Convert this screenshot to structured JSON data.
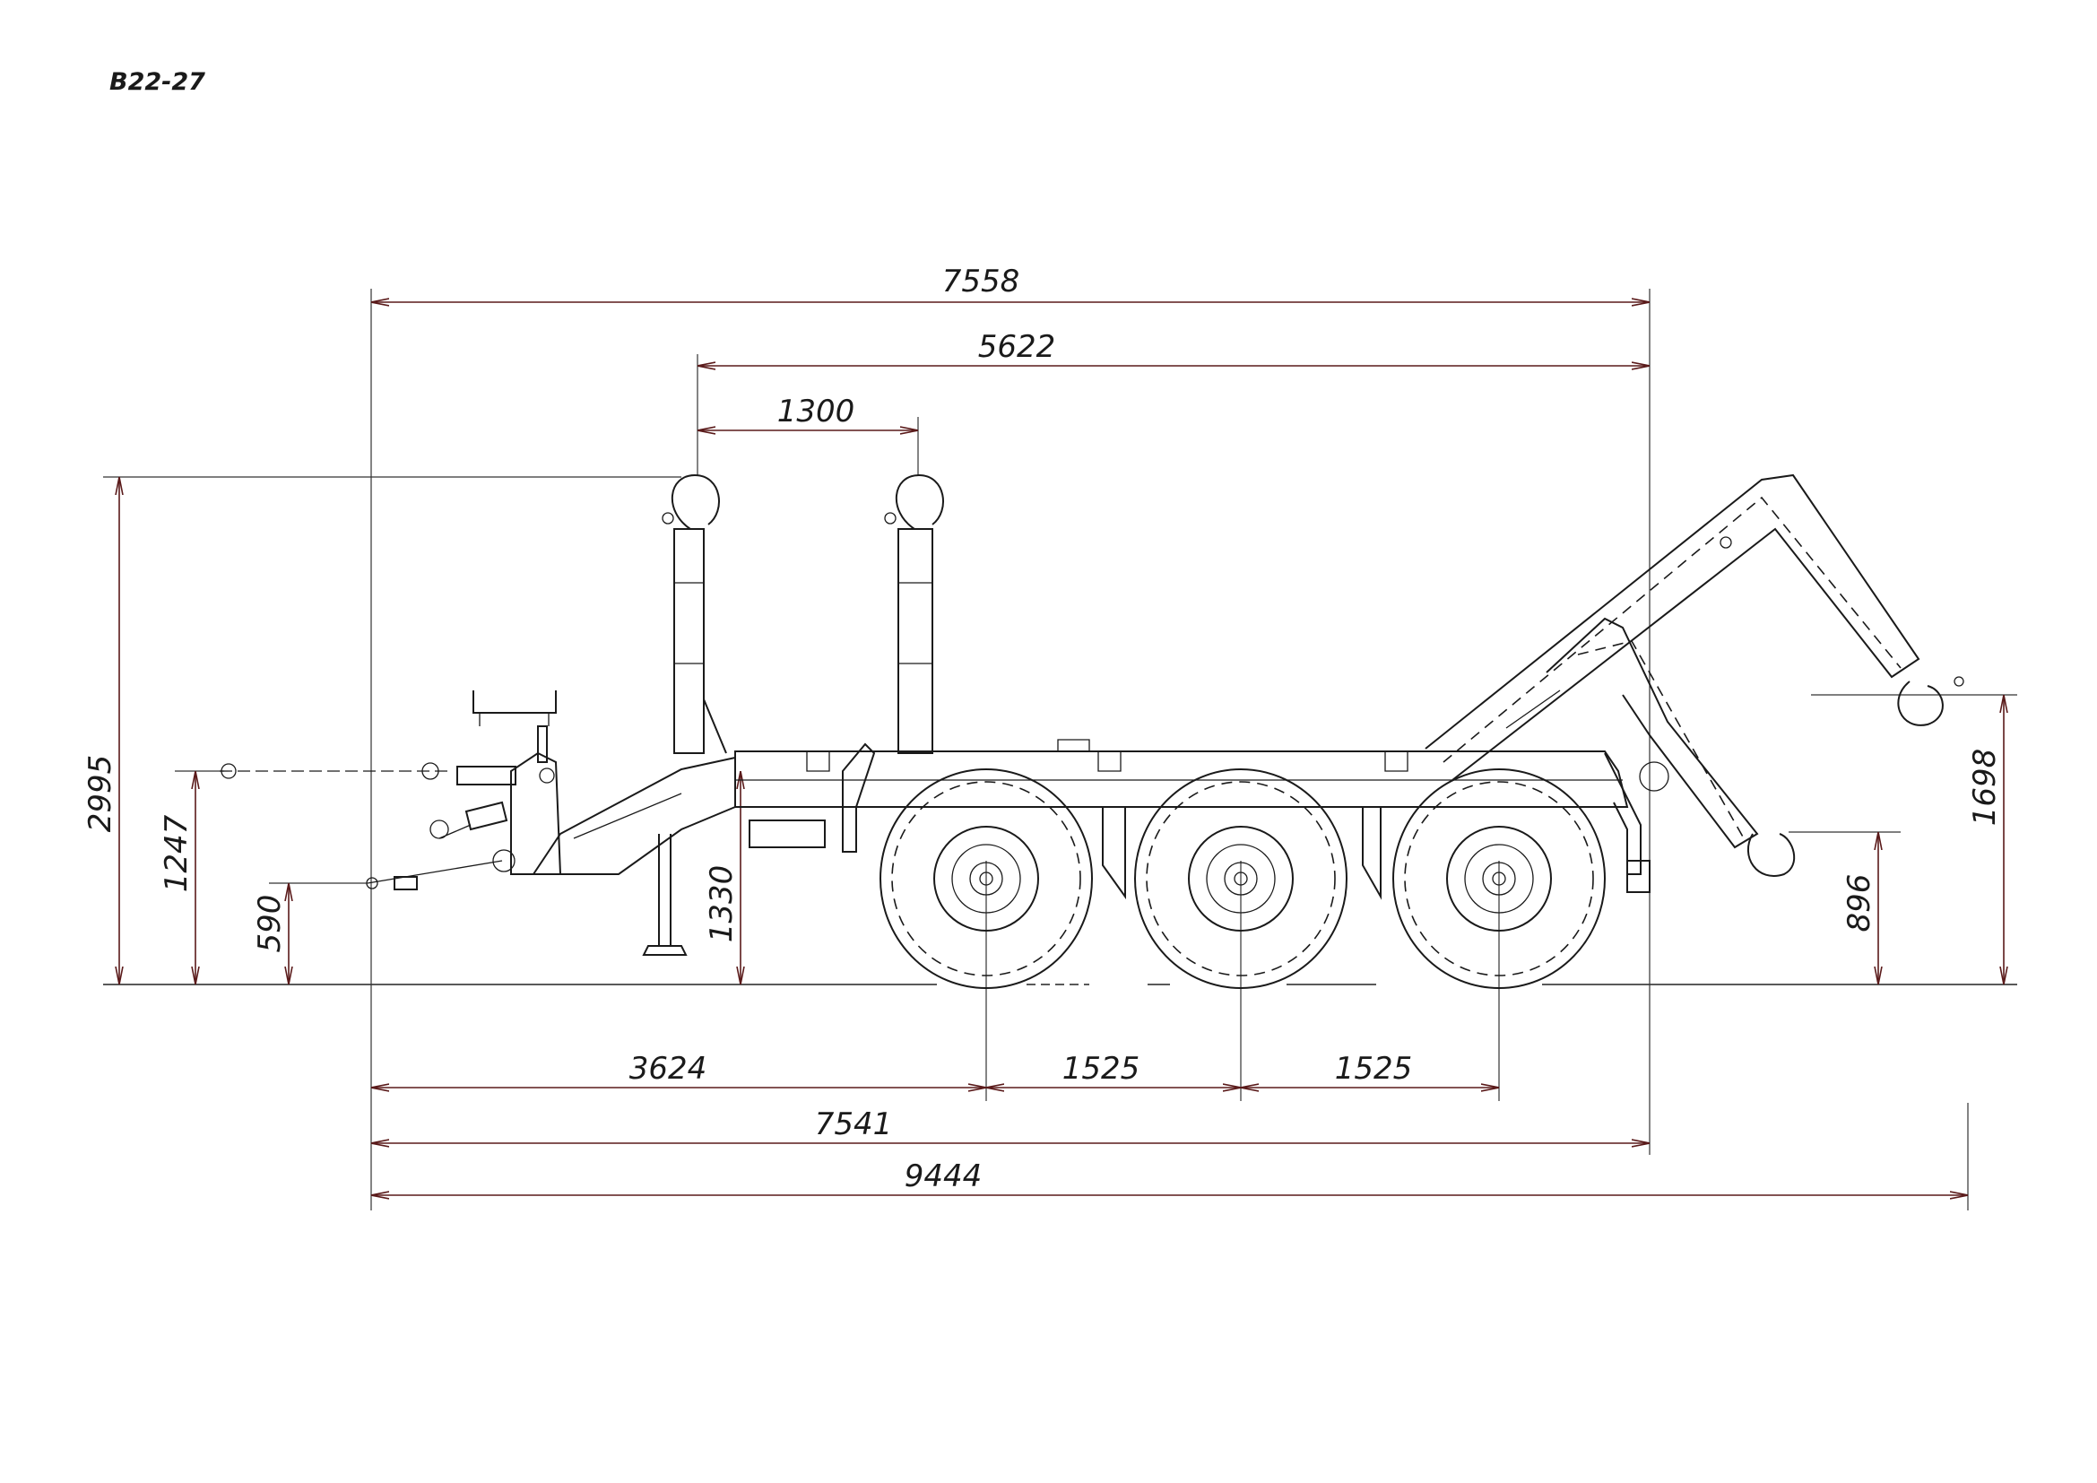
{
  "drawing_id": "B22-27",
  "dimensions": {
    "overall_top": "7558",
    "hooks_span": "5622",
    "hook_spacing": "1300",
    "total_height": "2995",
    "drawbar_height": "1247",
    "hitch_height": "590",
    "frame_height": "1330",
    "hook_tip_height": "1698",
    "lower_hook_height": "896",
    "front_to_axle1": "3624",
    "axle1_to_axle2": "1525",
    "axle2_to_axle3": "1525",
    "frame_length": "7541",
    "overall_length": "9444"
  },
  "colors": {
    "line": "#1a1a1a",
    "dimension": "#5a1a1a"
  }
}
